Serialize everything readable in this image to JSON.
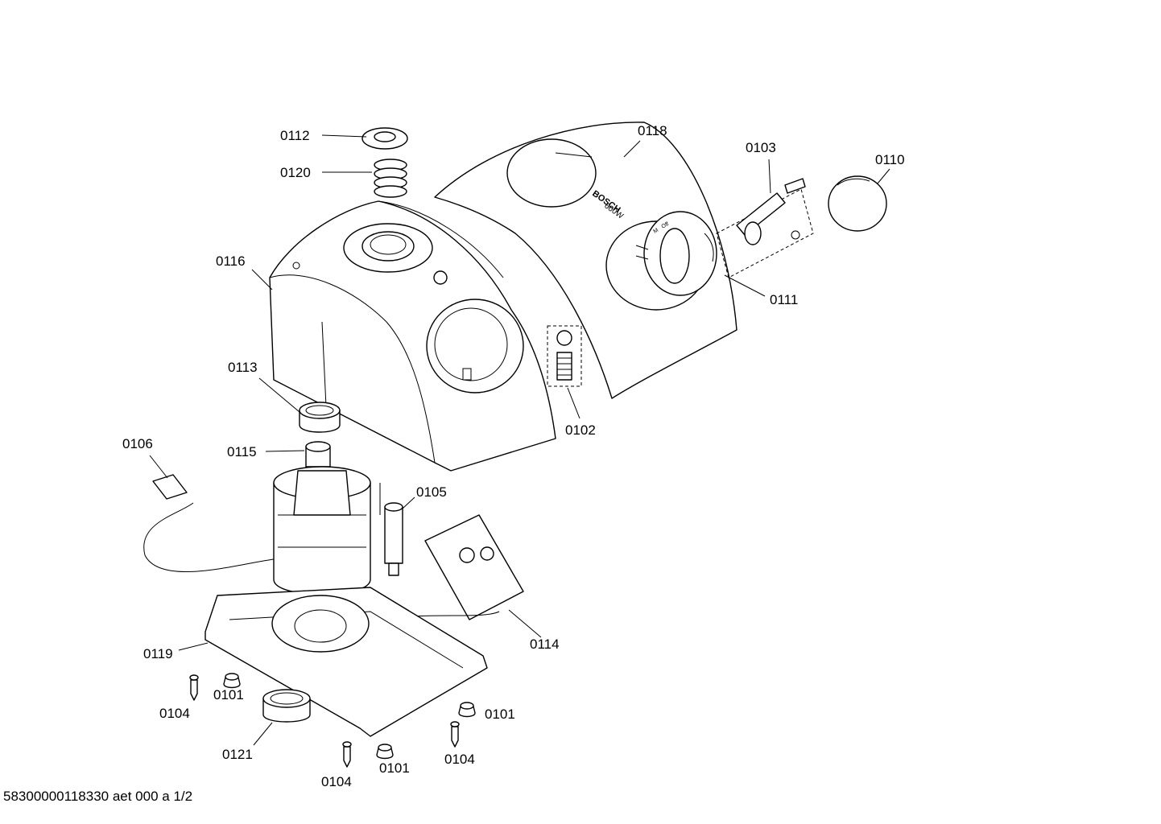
{
  "parts": [
    {
      "id": "0112",
      "label": "0112"
    },
    {
      "id": "0120",
      "label": "0120"
    },
    {
      "id": "0116",
      "label": "0116"
    },
    {
      "id": "0113",
      "label": "0113"
    },
    {
      "id": "0106",
      "label": "0106"
    },
    {
      "id": "0115",
      "label": "0115"
    },
    {
      "id": "0105",
      "label": "0105"
    },
    {
      "id": "0118",
      "label": "0118"
    },
    {
      "id": "0103",
      "label": "0103"
    },
    {
      "id": "0110",
      "label": "0110"
    },
    {
      "id": "0111",
      "label": "0111"
    },
    {
      "id": "0102",
      "label": "0102"
    },
    {
      "id": "0114",
      "label": "0114"
    },
    {
      "id": "0119",
      "label": "0119"
    },
    {
      "id": "0101a",
      "label": "0101"
    },
    {
      "id": "0104a",
      "label": "0104"
    },
    {
      "id": "0101b",
      "label": "0101"
    },
    {
      "id": "0121",
      "label": "0121"
    },
    {
      "id": "0104b",
      "label": "0104"
    },
    {
      "id": "0101c",
      "label": "0101"
    },
    {
      "id": "0104c",
      "label": "0104"
    }
  ],
  "housing_text": {
    "brand": "BOSCH",
    "power": "600W",
    "switch_off": "Off",
    "switch_on": "M"
  },
  "footer": "58300000118330 aet 000 a 1/2"
}
